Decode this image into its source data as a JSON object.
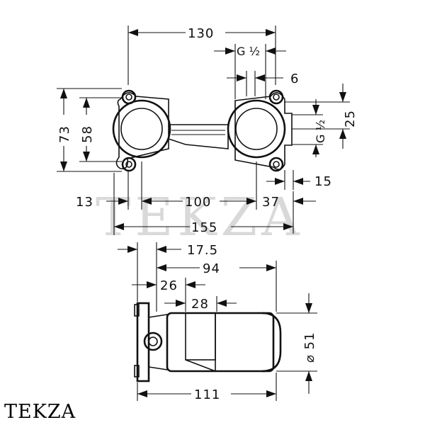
{
  "watermark": "TEKZA",
  "brand_label": "TEKZA",
  "top_view": {
    "width_top": "130",
    "thread_top": "G ½",
    "gap_6": "6",
    "height_73": "73",
    "height_58": "58",
    "height_25": "25",
    "thread_side": "G ½",
    "offset_15": "15",
    "left_13": "13",
    "center_100": "100",
    "right_37": "37",
    "width_155": "155"
  },
  "side_view": {
    "offset_17_5": "17.5",
    "length_94": "94",
    "length_26": "26",
    "length_28": "28",
    "diameter_51": "⌀ 51",
    "length_111": "111"
  }
}
